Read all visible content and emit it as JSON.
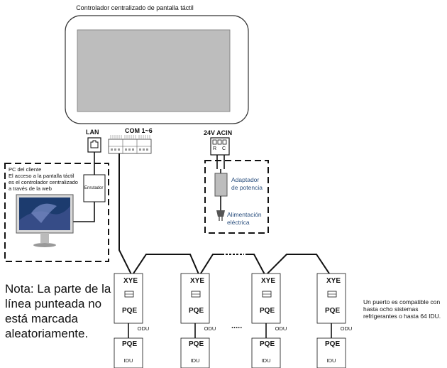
{
  "title": "Controlador centralizado de pantalla táctil",
  "ports": {
    "lan": "LAN",
    "com": "COM 1~6",
    "power": "24V ACIN"
  },
  "power_terminals": [
    "R",
    "C"
  ],
  "pc": {
    "title": "PC del cliente",
    "description": [
      "El acceso a la pantalla táctil",
      "es el controlador centralizado",
      "a través de la web"
    ],
    "router": "Enrutador"
  },
  "power": {
    "adapter": [
      "Adaptador",
      "de potencia"
    ],
    "supply": [
      "Alimentación",
      "eléctrica"
    ]
  },
  "units": {
    "odu_terms": [
      "X",
      "Y",
      "E"
    ],
    "pqe_terms": [
      "P",
      "Q",
      "E"
    ],
    "odu_label": "ODU",
    "idu_label": "IDU",
    "ellipsis": "....."
  },
  "note": "Nota: La parte de la línea punteada no está marcada aleatoriamente.",
  "side_note": "Un puerto es compatible con hasta ocho sistemas refrigerantes o hasta 64 IDU."
}
